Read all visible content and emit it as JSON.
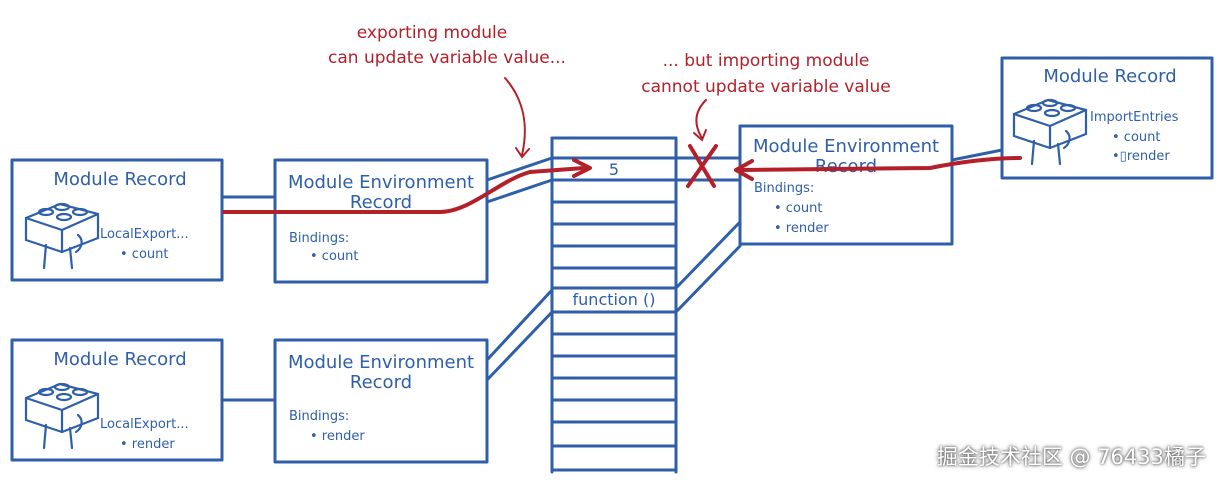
{
  "annotations": {
    "exporting_line1": "exporting module",
    "exporting_line2": "can update variable value...",
    "importing_line1": "... but importing module",
    "importing_line2": "cannot update variable value"
  },
  "left_top": {
    "module_record_title": "Module Record",
    "local_export": "LocalExport...",
    "export_item": "• count",
    "env_title_line1": "Module Environment",
    "env_title_line2": "Record",
    "bindings_label": "Bindings:",
    "binding_item": "• count"
  },
  "left_bottom": {
    "module_record_title": "Module Record",
    "local_export": "LocalExport...",
    "export_item": "• render",
    "env_title_line1": "Module Environment",
    "env_title_line2": "Record",
    "bindings_label": "Bindings:",
    "binding_item": "• render"
  },
  "memory": {
    "value_cell": "5",
    "function_cell": "function ()"
  },
  "right": {
    "env_title_line1": "Module Environment",
    "env_title_line2": "Record",
    "bindings_label": "Bindings:",
    "binding_items": [
      "• count",
      "• render"
    ],
    "module_record_title": "Module Record",
    "import_entries": "ImportEntries",
    "import_items": [
      "• count",
      "•▯render"
    ]
  },
  "watermark": "掘金技术社区 @ 76433橘子",
  "colors": {
    "diagram_blue": "#2f5fa8",
    "arrow_red": "#b3202a"
  }
}
